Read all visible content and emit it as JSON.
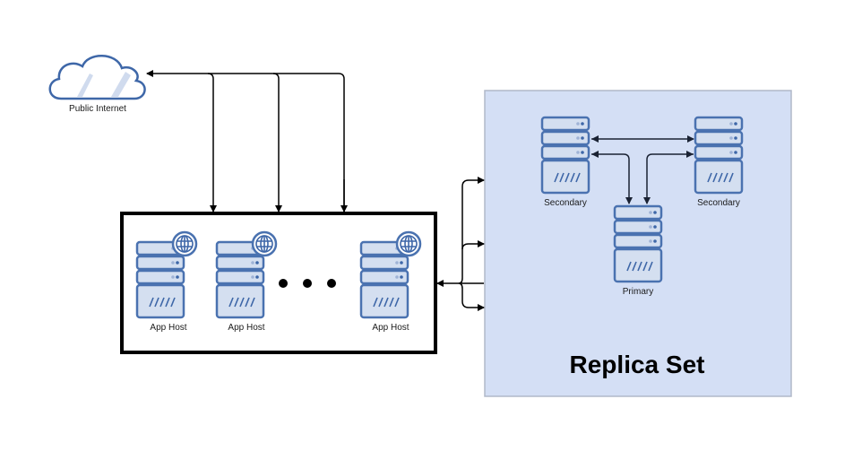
{
  "diagram": {
    "internet": {
      "label": "Public Internet",
      "icon": "cloud-icon"
    },
    "app_cluster": {
      "hosts": [
        {
          "label": "App Host",
          "icon": "server-icon",
          "badge": "globe-icon"
        },
        {
          "label": "App Host",
          "icon": "server-icon",
          "badge": "globe-icon"
        },
        {
          "label": "App Host",
          "icon": "server-icon",
          "badge": "globe-icon"
        }
      ],
      "ellipsis": "more-hosts"
    },
    "replica_set": {
      "title": "Replica Set",
      "nodes": [
        {
          "label": "Secondary",
          "role": "secondary"
        },
        {
          "label": "Secondary",
          "role": "secondary"
        },
        {
          "label": "Primary",
          "role": "primary"
        }
      ]
    },
    "colors": {
      "server_fill": "#d4dff0",
      "server_stroke": "#4a72b0",
      "replica_bg": "#d4dff5",
      "replica_border": "#b0b8c8",
      "connector": "#000000"
    }
  }
}
